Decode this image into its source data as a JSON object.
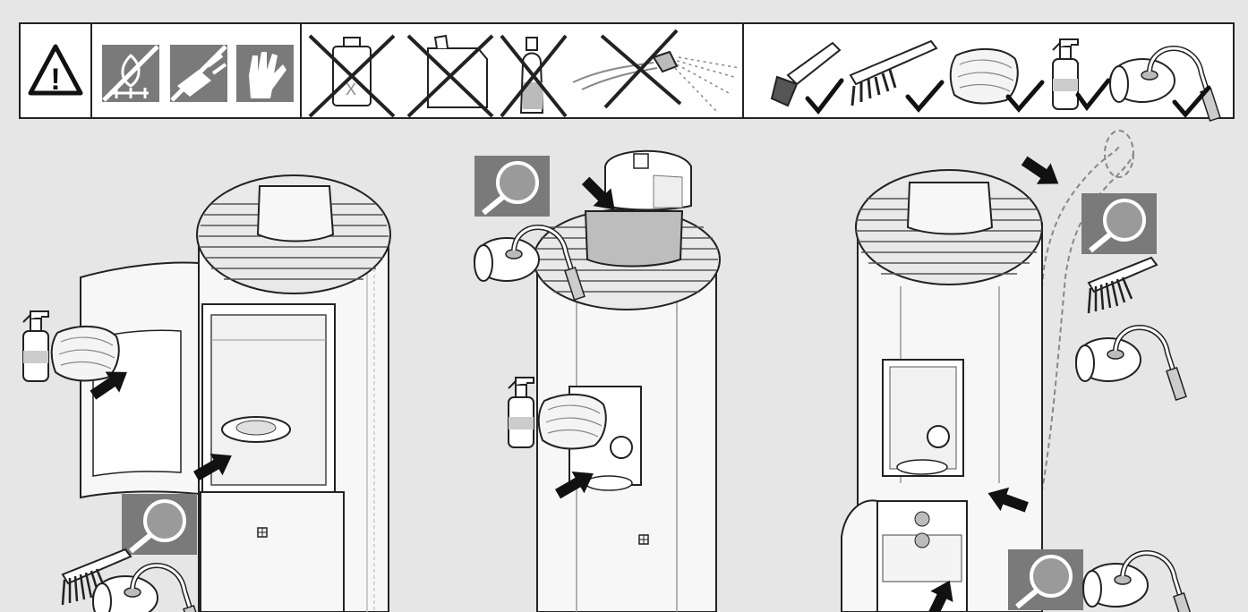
{
  "colors": {
    "background": "#e6e6e6",
    "panel": "#ffffff",
    "line": "#222222",
    "pictogram_box": "#7a7a7a",
    "stove_body": "#f7f7f7",
    "arrow": "#111111"
  },
  "symbols": {
    "general_warning": "!"
  },
  "icons": [
    "warning-triangle-icon",
    "no-hot-surface-icon",
    "unplug-power-icon",
    "wear-gloves-icon",
    "no-solvent-can-icon",
    "no-jerrycan-icon",
    "no-aggressive-cleaner-icon",
    "no-water-jet-icon",
    "paint-brush-ok-icon",
    "hand-brush-ok-icon",
    "cloth-ok-icon",
    "spray-bottle-ok-icon",
    "vacuum-cleaner-ok-icon",
    "magnifier-inspect-icon",
    "cleaning-arrow-icon"
  ],
  "steps": [
    {
      "id": "door-and-firebox",
      "tools": [
        "spray-bottle",
        "cloth",
        "hand-brush",
        "vacuum-cleaner",
        "magnifier"
      ]
    },
    {
      "id": "pellet-hopper",
      "tools": [
        "vacuum-cleaner",
        "spray-bottle",
        "cloth",
        "magnifier"
      ]
    },
    {
      "id": "flue-and-lower-compartment",
      "tools": [
        "hand-brush",
        "vacuum-cleaner",
        "magnifier"
      ]
    }
  ]
}
